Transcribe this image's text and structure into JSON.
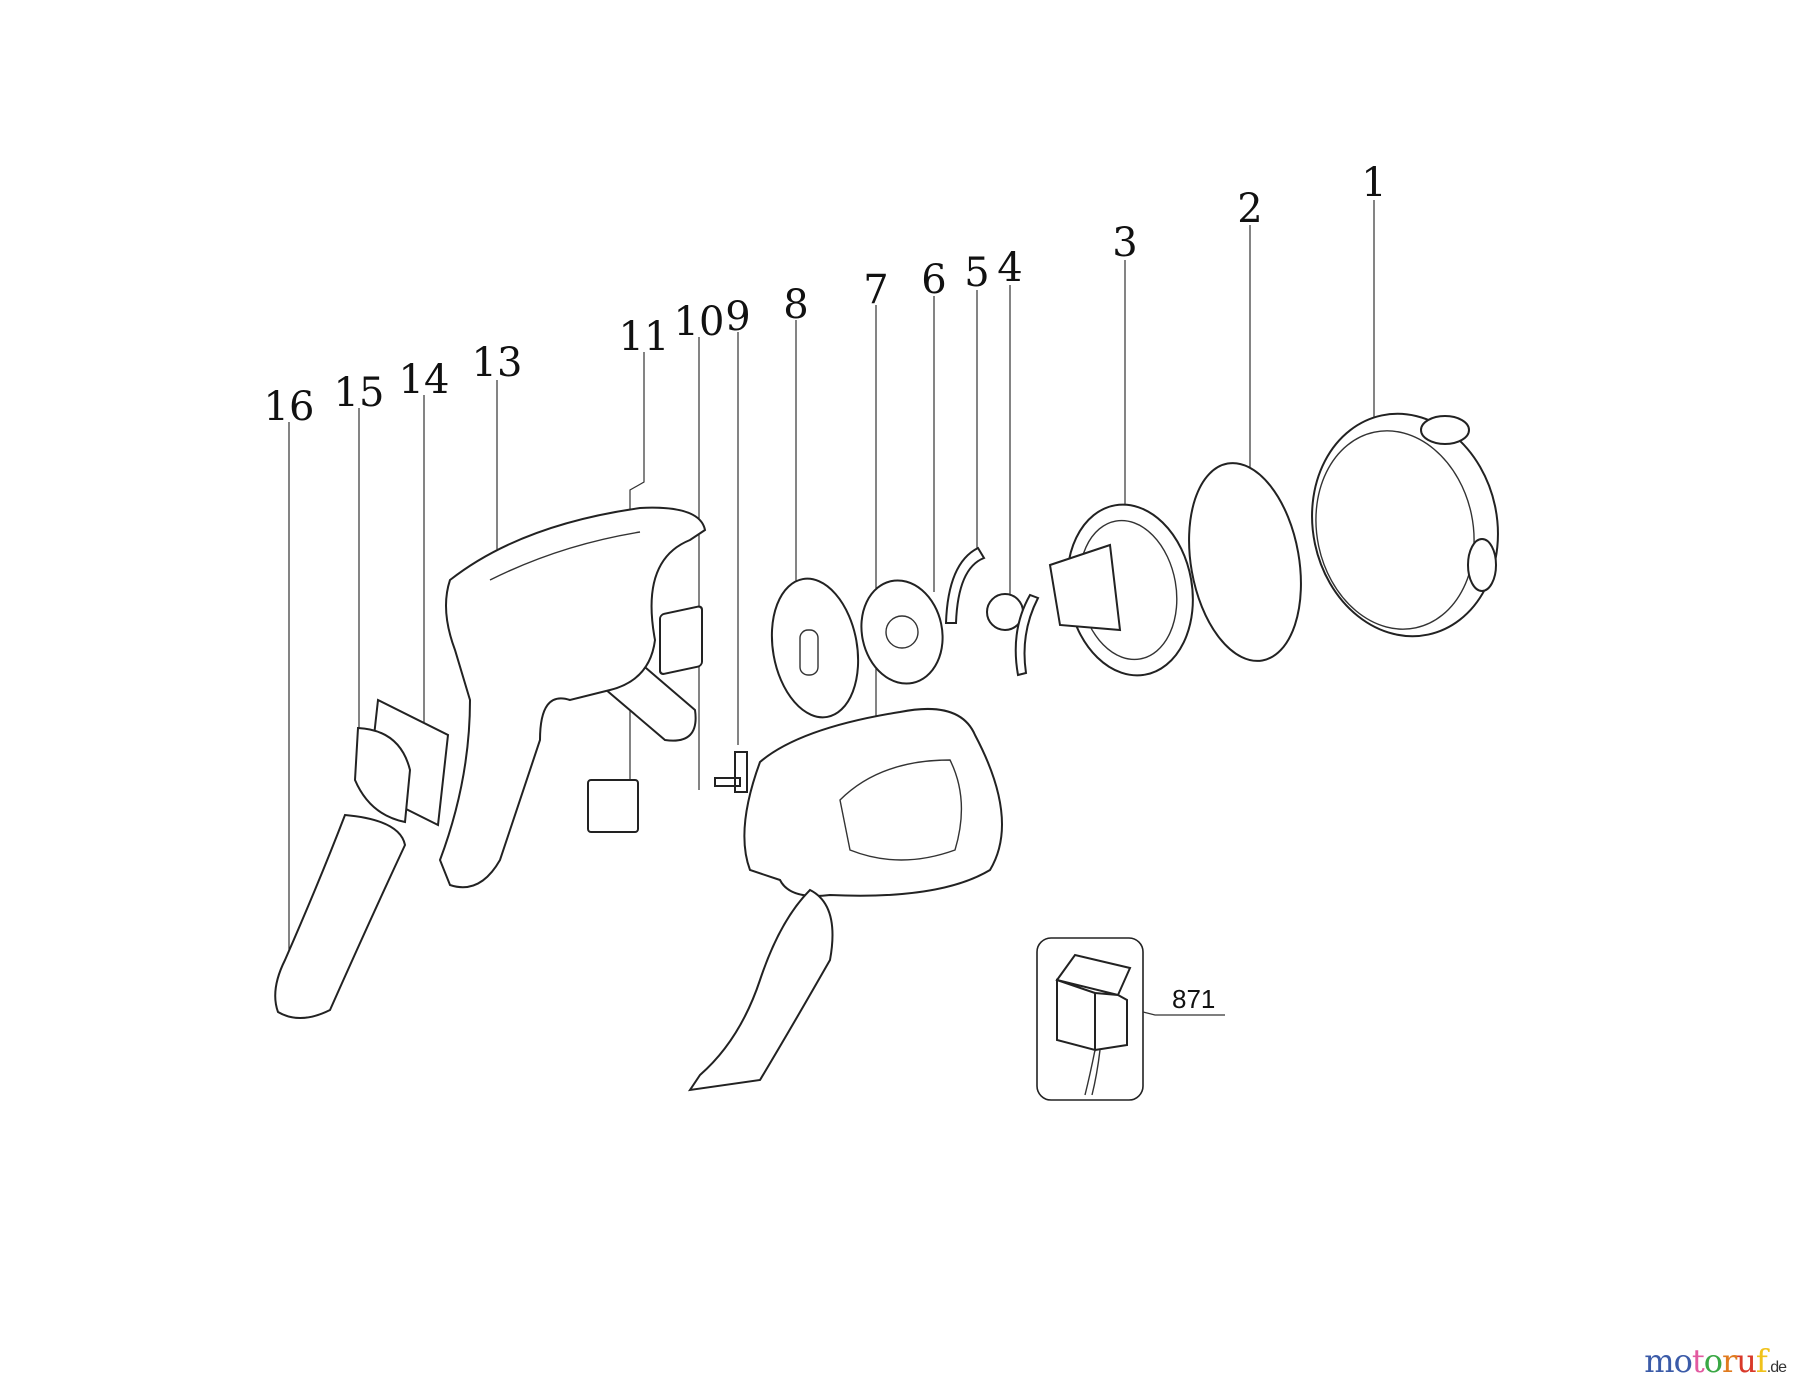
{
  "callouts": {
    "p1": "1",
    "p2": "2",
    "p3": "3",
    "p4": "4",
    "p5": "5",
    "p6": "6",
    "p7": "7",
    "p8": "8",
    "p9": "9",
    "p10": "10",
    "p11": "11",
    "p13": "13",
    "p14": "14",
    "p15": "15",
    "p16": "16"
  },
  "adapter": {
    "part_number": "871"
  },
  "watermark": {
    "letters": [
      "m",
      "o",
      "t",
      "o",
      "r",
      "u",
      "f"
    ],
    "colors": [
      "#3b5ba8",
      "#3b5ba8",
      "#e25aa0",
      "#3aa845",
      "#e07b1f",
      "#d93a2a",
      "#f0c21b"
    ],
    "suffix": ".de"
  }
}
